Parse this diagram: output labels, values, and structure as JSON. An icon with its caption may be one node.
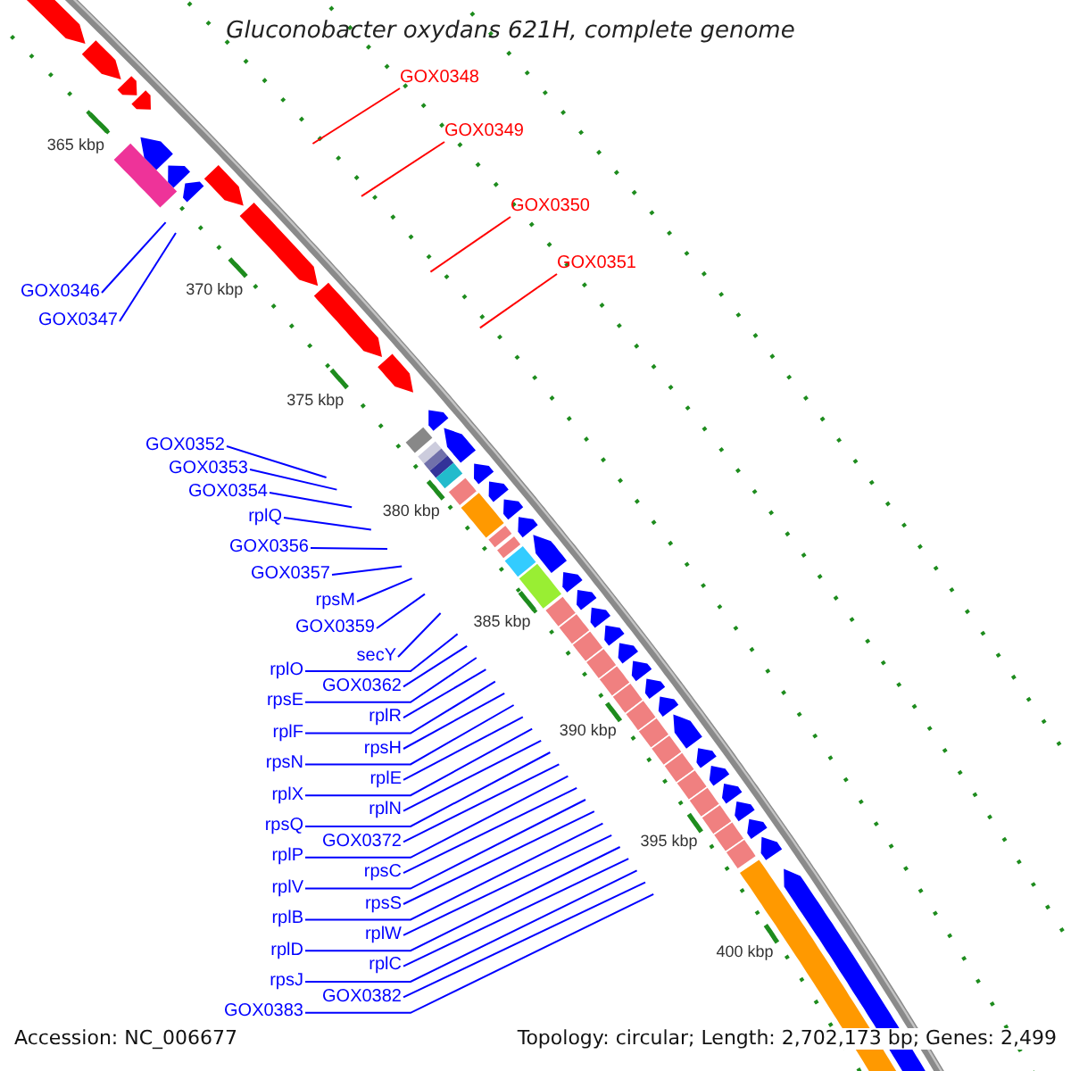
{
  "diagram": {
    "title": "Gluconobacter oxydans 621H, complete genome",
    "nodes": [
      {
        "text": [
          "GOX0348"
        ]
      },
      {
        "text": [
          "GOX0349"
        ]
      },
      {
        "text": [
          "GOX0350"
        ]
      },
      {
        "text": [
          "GOX0351"
        ]
      },
      {
        "text": [
          "GOX0346"
        ]
      },
      {
        "text": [
          "GOX0347"
        ]
      },
      {
        "text": [
          "GOX0352"
        ]
      },
      {
        "text": [
          "GOX0353"
        ]
      },
      {
        "text": [
          "GOX0354"
        ]
      },
      {
        "text": [
          "rplQ"
        ]
      },
      {
        "text": [
          "GOX0356"
        ]
      },
      {
        "text": [
          "GOX0357"
        ]
      },
      {
        "text": [
          "rpsM"
        ]
      },
      {
        "text": [
          "GOX0359"
        ]
      },
      {
        "text": [
          "secY"
        ]
      },
      {
        "text": [
          "rplO"
        ]
      },
      {
        "text": [
          "GOX0362"
        ]
      },
      {
        "text": [
          "rpsE"
        ]
      },
      {
        "text": [
          "rplR"
        ]
      },
      {
        "text": [
          "rplF"
        ]
      },
      {
        "text": [
          "rpsH"
        ]
      },
      {
        "text": [
          "rpsN"
        ]
      },
      {
        "text": [
          "rplE"
        ]
      },
      {
        "text": [
          "rplX"
        ]
      },
      {
        "text": [
          "rplN"
        ]
      },
      {
        "text": [
          "rpsQ"
        ]
      },
      {
        "text": [
          "GOX0372"
        ]
      },
      {
        "text": [
          "rplP"
        ]
      },
      {
        "text": [
          "rpsC"
        ]
      },
      {
        "text": [
          "rplV"
        ]
      },
      {
        "text": [
          "rpsS"
        ]
      },
      {
        "text": [
          "rplB"
        ]
      },
      {
        "text": [
          "rplW"
        ]
      },
      {
        "text": [
          "rplD"
        ]
      },
      {
        "text": [
          "rplC"
        ]
      },
      {
        "text": [
          "rpsJ"
        ]
      },
      {
        "text": [
          "GOX0382"
        ]
      },
      {
        "text": [
          "GOX0383"
        ]
      }
    ],
    "edges": [
      {
        "from": 0,
        "to": null,
        "arrow": "none",
        "color": "#ff0000"
      },
      {
        "from": 1,
        "to": null,
        "arrow": "none",
        "color": "#ff0000"
      },
      {
        "from": 2,
        "to": null,
        "arrow": "none",
        "color": "#ff0000"
      },
      {
        "from": 3,
        "to": null,
        "arrow": "none",
        "color": "#ff0000"
      },
      {
        "from": 4,
        "to": null,
        "arrow": "none"
      },
      {
        "from": 5,
        "to": null,
        "arrow": "none"
      },
      {
        "from": 6,
        "to": null,
        "arrow": "none"
      },
      {
        "from": 7,
        "to": null,
        "arrow": "none"
      },
      {
        "from": 8,
        "to": null,
        "arrow": "none"
      },
      {
        "from": 9,
        "to": null,
        "arrow": "none"
      },
      {
        "from": 10,
        "to": null,
        "arrow": "none"
      },
      {
        "from": 11,
        "to": null,
        "arrow": "none"
      },
      {
        "from": 12,
        "to": null,
        "arrow": "none"
      },
      {
        "from": 13,
        "to": null,
        "arrow": "none"
      },
      {
        "from": 14,
        "to": null,
        "arrow": "none"
      },
      {
        "from": 15,
        "to": null,
        "arrow": "none"
      },
      {
        "from": 16,
        "to": null,
        "arrow": "none"
      },
      {
        "from": 17,
        "to": null,
        "arrow": "none"
      },
      {
        "from": 18,
        "to": null,
        "arrow": "none"
      },
      {
        "from": 19,
        "to": null,
        "arrow": "none"
      },
      {
        "from": 20,
        "to": null,
        "arrow": "none"
      },
      {
        "from": 21,
        "to": null,
        "arrow": "none"
      },
      {
        "from": 22,
        "to": null,
        "arrow": "none"
      },
      {
        "from": 23,
        "to": null,
        "arrow": "none"
      },
      {
        "from": 24,
        "to": null,
        "arrow": "none"
      },
      {
        "from": 25,
        "to": null,
        "arrow": "none"
      },
      {
        "from": 26,
        "to": null,
        "arrow": "none"
      },
      {
        "from": 27,
        "to": null,
        "arrow": "none"
      },
      {
        "from": 28,
        "to": null,
        "arrow": "none"
      },
      {
        "from": 29,
        "to": null,
        "arrow": "none"
      },
      {
        "from": 30,
        "to": null,
        "arrow": "none"
      },
      {
        "from": 31,
        "to": null,
        "arrow": "none"
      },
      {
        "from": 32,
        "to": null,
        "arrow": "none"
      },
      {
        "from": 33,
        "to": null,
        "arrow": "none"
      },
      {
        "from": 34,
        "to": null,
        "arrow": "none"
      },
      {
        "from": 35,
        "to": null,
        "arrow": "none"
      },
      {
        "from": 36,
        "to": null,
        "arrow": "none"
      },
      {
        "from": 37,
        "to": null,
        "arrow": "none"
      }
    ],
    "labels": [
      "365 kbp",
      "370 kbp",
      "375 kbp",
      "380 kbp",
      "385 kbp",
      "390 kbp",
      "395 kbp",
      "400 kbp",
      "Accession: NC_006677",
      "Topology: circular; Length: 2,702,173 bp; Genes: 2,499"
    ]
  }
}
